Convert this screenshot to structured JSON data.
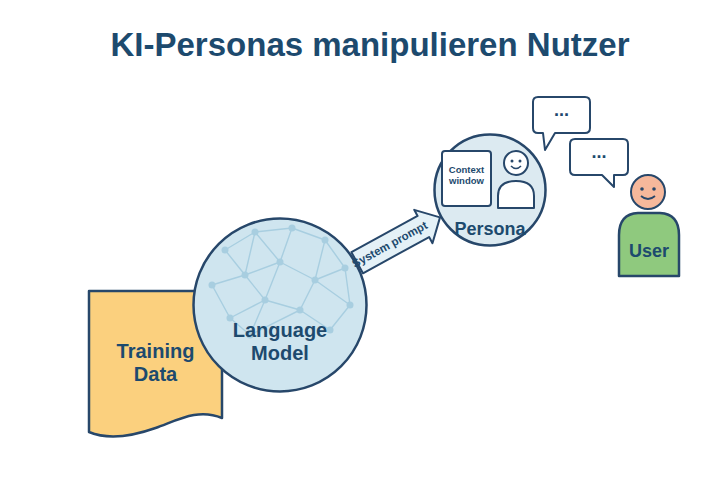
{
  "diagram": {
    "title": "KI-Personas manipulieren Nutzer",
    "nodes": [
      {
        "text": [
          "Training Data"
        ]
      },
      {
        "text": [
          "Language Model"
        ]
      },
      {
        "text": [
          "Persona"
        ]
      },
      {
        "text": [
          "Context window"
        ],
        "in": 2
      },
      {
        "text": [
          "..."
        ]
      },
      {
        "text": [
          "..."
        ]
      },
      {
        "text": [
          "User"
        ]
      }
    ],
    "edges": [
      {
        "from": 1,
        "to": 2,
        "label": "System prompt",
        "arrow": "to"
      }
    ]
  }
}
